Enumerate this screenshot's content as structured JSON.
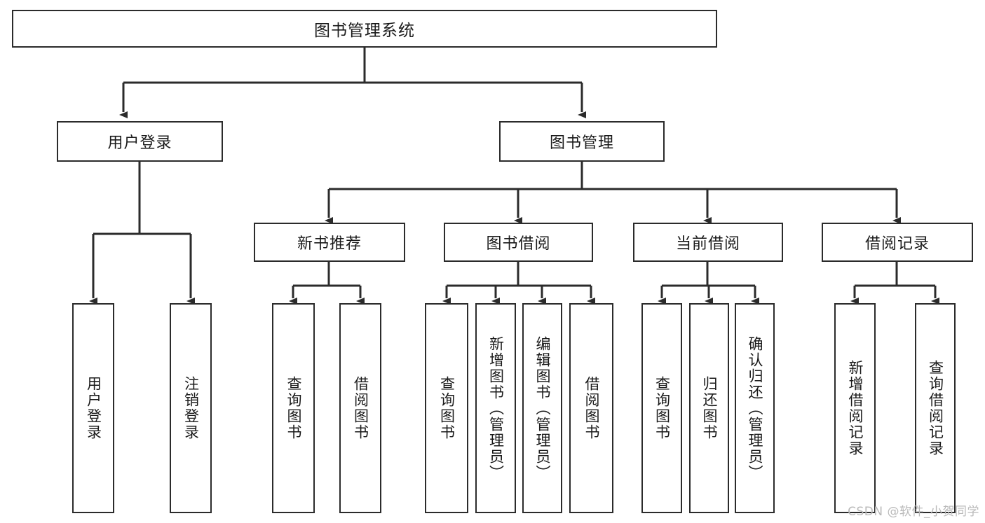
{
  "diagram": {
    "title": "图书管理系统",
    "type": "tree",
    "watermark": "CSDN @软件_小贺同学",
    "colors": {
      "stroke": "#2b2b2b",
      "fill": "#ffffff",
      "text": "#1a1a1a",
      "watermark": "#b9b9b9"
    },
    "root": {
      "label": "图书管理系统"
    },
    "level2": [
      {
        "label": "用户登录"
      },
      {
        "label": "图书管理"
      }
    ],
    "level3": [
      {
        "label": "新书推荐"
      },
      {
        "label": "图书借阅"
      },
      {
        "label": "当前借阅"
      },
      {
        "label": "借阅记录"
      }
    ],
    "leaves": {
      "user_login": [
        {
          "label": "用户登录"
        },
        {
          "label": "注销登录"
        }
      ],
      "new_book": [
        {
          "label": "查询图书"
        },
        {
          "label": "借阅图书"
        }
      ],
      "book_borrow": [
        {
          "label": "查询图书"
        },
        {
          "label": "新增图书（管理员）"
        },
        {
          "label": "编辑图书（管理员）"
        },
        {
          "label": "借阅图书"
        }
      ],
      "current_borrow": [
        {
          "label": "查询图书"
        },
        {
          "label": "归还图书"
        },
        {
          "label": "确认归还（管理员）"
        }
      ],
      "borrow_record": [
        {
          "label": "新增借阅记录"
        },
        {
          "label": "查询借阅记录"
        }
      ]
    }
  }
}
